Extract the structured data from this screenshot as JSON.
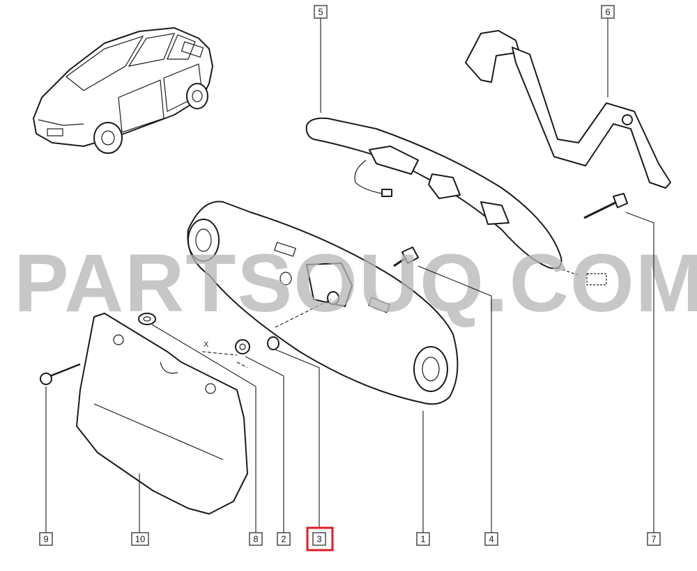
{
  "watermark": "PARTSOUQ.COM",
  "axis_marker": "X",
  "highlight_color": "#e31b23",
  "selected_callout": "3",
  "callouts": {
    "c1": "1",
    "c2": "2",
    "c3": "3",
    "c4": "4",
    "c5": "5",
    "c6": "6",
    "c7": "7",
    "c8": "8",
    "c9": "9",
    "c10": "10"
  }
}
